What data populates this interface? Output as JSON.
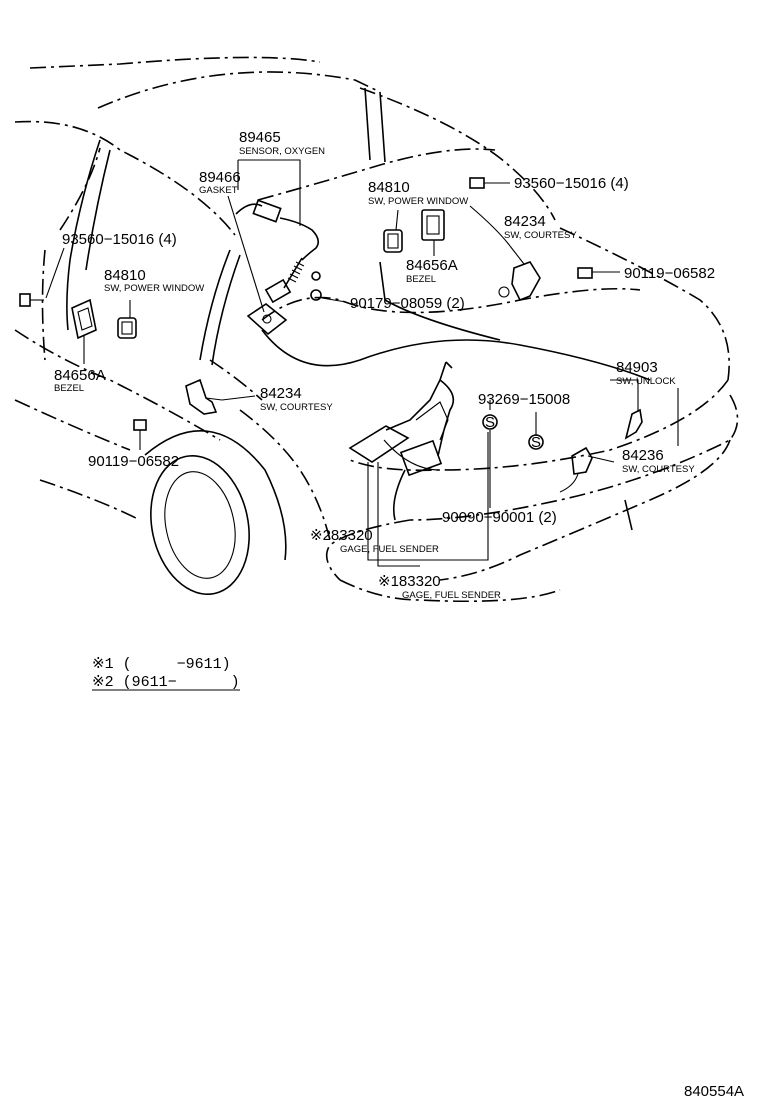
{
  "parts": {
    "p89465": {
      "number": "89465",
      "name": "SENSOR, OXYGEN"
    },
    "p89466": {
      "number": "89466",
      "name": "GASKET"
    },
    "p93560_left": {
      "number": "93560−15016 (4)"
    },
    "p84810_left": {
      "number": "84810",
      "name": "SW, POWER WINDOW"
    },
    "p84656a_left": {
      "number": "84656A",
      "name": "BEZEL"
    },
    "p84234_left": {
      "number": "84234",
      "name": "SW, COURTESY"
    },
    "p90119_left": {
      "number": "90119−06582"
    },
    "p90179": {
      "number": "90179−08059 (2)"
    },
    "p84810_right": {
      "number": "84810",
      "name": "SW, POWER WINDOW"
    },
    "p84656a_right": {
      "number": "84656A",
      "name": "BEZEL"
    },
    "p93560_right": {
      "number": "93560−15016 (4)"
    },
    "p84234_right": {
      "number": "84234",
      "name": "SW, COURTESY"
    },
    "p90119_right": {
      "number": "90119−06582"
    },
    "p93269": {
      "number": "93269−15008"
    },
    "p84903": {
      "number": "84903",
      "name": "SW, UNLOCK"
    },
    "p84236": {
      "number": "84236",
      "name": "SW, COURTESY"
    },
    "p90090": {
      "number": "90090−90001 (2)"
    },
    "p283320": {
      "number": "※283320",
      "name": "GAGE, FUEL SENDER"
    },
    "p183320": {
      "number": "※183320",
      "name": "GAGE, FUEL SENDER"
    }
  },
  "legend": {
    "line1": "※1 (     −9611)",
    "line2": "※2 (9611−      )"
  },
  "figure_ref": "840554A"
}
